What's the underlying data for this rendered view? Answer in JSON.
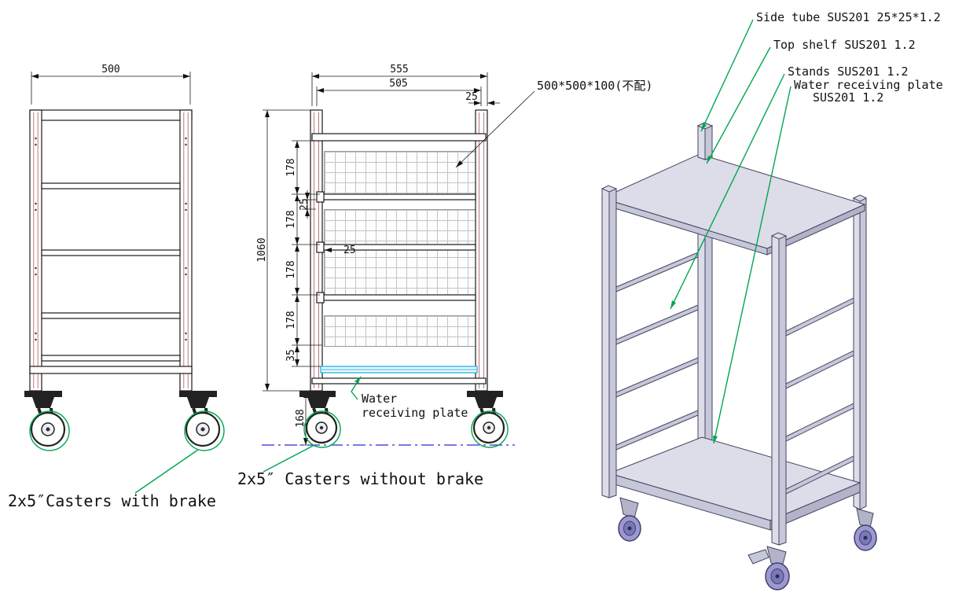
{
  "front_view": {
    "width_dim": "500",
    "caster_label": "2x5″Casters with  brake"
  },
  "side_view": {
    "overall_width_dim": "555",
    "inner_width_dim": "505",
    "top_offset_dim": "25",
    "level_dims": [
      "178",
      "178",
      "178",
      "178"
    ],
    "gap_dim": "35",
    "small_gap_dim": "25",
    "rail_dim": "25",
    "height_dim": "1060",
    "caster_height_dim": "168",
    "basket_callout": "500*500*100(不配)",
    "water_plate_callout_line1": "Water",
    "water_plate_callout_line2": "receiving plate",
    "caster_label": "2x5″ Casters without brake"
  },
  "iso_view": {
    "callouts": [
      "Side tube SUS201 25*25*1.2",
      "Top shelf SUS201 1.2",
      "Stands SUS201 1.2",
      "Water receiving plate",
      "SUS201 1.2"
    ]
  }
}
